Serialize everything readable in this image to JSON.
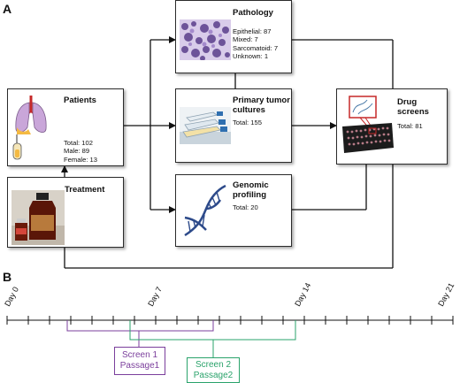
{
  "panel_a": {
    "letter": "A",
    "patients": {
      "title": "Patients",
      "lines": [
        "Total: 102",
        "Male: 89",
        "Female: 13"
      ]
    },
    "treatment": {
      "title": "Treatment"
    },
    "pathology": {
      "title": "Pathology",
      "lines": [
        "Epithelial: 87",
        "Mixed: 7",
        "Sarcomatoid: 7",
        "Unknown: 1"
      ]
    },
    "cultures": {
      "title_line1": "Primary tumor",
      "title_line2": "cultures",
      "lines": [
        "Total: 155"
      ]
    },
    "genomic": {
      "title_line1": "Genomic",
      "title_line2": "profiling",
      "lines": [
        "Total: 20"
      ]
    },
    "drug": {
      "title": "Drug screens",
      "lines": [
        "Total: 81"
      ]
    }
  },
  "panel_b": {
    "letter": "B",
    "days": [
      "Day 0",
      "Day 7",
      "Day 14",
      "Day 21"
    ],
    "screen1": {
      "line1": "Screen 1",
      "line2": "Passage1",
      "color": "#7b3f9c"
    },
    "screen2": {
      "line1": "Screen 2",
      "line2": "Passage2",
      "color": "#2aa36b"
    }
  }
}
